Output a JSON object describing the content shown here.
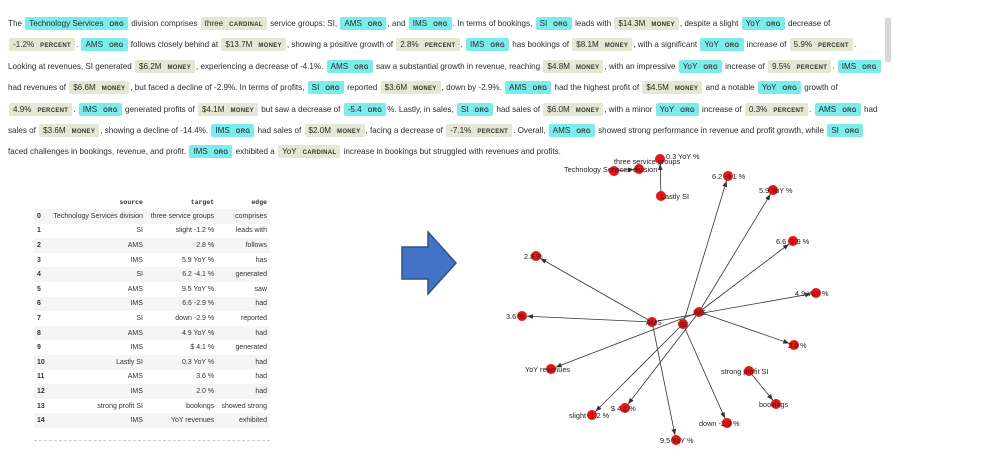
{
  "ner": {
    "segments": [
      {
        "t": "The "
      },
      {
        "t": "Technology Services",
        "l": "ORG"
      },
      {
        "t": " division comprises "
      },
      {
        "t": "three",
        "l": "CARDINAL"
      },
      {
        "t": " service groups: SI, "
      },
      {
        "t": "AMS",
        "l": "ORG"
      },
      {
        "t": ", and "
      },
      {
        "t": "IMS",
        "l": "ORG"
      },
      {
        "t": ". In terms of bookings, "
      },
      {
        "t": "SI",
        "l": "ORG"
      },
      {
        "t": " leads with "
      },
      {
        "t": "$14.3M",
        "l": "MONEY"
      },
      {
        "t": ", despite a slight "
      },
      {
        "t": "YoY",
        "l": "ORG"
      },
      {
        "t": " decrease of "
      },
      {
        "t": "-1.2%",
        "l": "PERCENT"
      },
      {
        "t": ". "
      },
      {
        "t": "AMS",
        "l": "ORG"
      },
      {
        "t": " follows closely behind at "
      },
      {
        "t": "$13.7M",
        "l": "MONEY"
      },
      {
        "t": ", showing a positive growth of "
      },
      {
        "t": "2.8%",
        "l": "PERCENT"
      },
      {
        "t": ". "
      },
      {
        "t": "IMS",
        "l": "ORG"
      },
      {
        "t": " has bookings of "
      },
      {
        "t": "$8.1M",
        "l": "MONEY"
      },
      {
        "t": ", with a significant "
      },
      {
        "t": "YoY",
        "l": "ORG"
      },
      {
        "t": " increase of "
      },
      {
        "t": "5.9%",
        "l": "PERCENT"
      },
      {
        "t": ". Looking at revenues, SI generated "
      },
      {
        "t": "$6.2M",
        "l": "MONEY"
      },
      {
        "t": ", experiencing a decrease of -4.1%. "
      },
      {
        "t": "AMS",
        "l": "ORG"
      },
      {
        "t": " saw a substantial growth in revenue, reaching "
      },
      {
        "t": "$4.8M",
        "l": "MONEY"
      },
      {
        "t": ", with an impressive "
      },
      {
        "t": "YoY",
        "l": "ORG"
      },
      {
        "t": " increase of "
      },
      {
        "t": "9.5%",
        "l": "PERCENT"
      },
      {
        "t": ". "
      },
      {
        "t": "IMS",
        "l": "ORG"
      },
      {
        "t": " had revenues of "
      },
      {
        "t": "$6.6M",
        "l": "MONEY"
      },
      {
        "t": ", but faced a decline of -2.9%. In terms of profits, "
      },
      {
        "t": "SI",
        "l": "ORG"
      },
      {
        "t": " reported "
      },
      {
        "t": "$3.6M",
        "l": "MONEY"
      },
      {
        "t": ", down by -2.9%. "
      },
      {
        "t": "AMS",
        "l": "ORG"
      },
      {
        "t": " had the highest profit of "
      },
      {
        "t": "$4.5M",
        "l": "MONEY"
      },
      {
        "t": " and a notable "
      },
      {
        "t": "YoY",
        "l": "ORG"
      },
      {
        "t": " growth of "
      },
      {
        "t": "4.9%",
        "l": "PERCENT"
      },
      {
        "t": ". "
      },
      {
        "t": "IMS",
        "l": "ORG"
      },
      {
        "t": " generated profits of "
      },
      {
        "t": "$4.1M",
        "l": "MONEY"
      },
      {
        "t": " but saw a decrease of "
      },
      {
        "t": "-5.4",
        "l": "ORG"
      },
      {
        "t": "%. Lastly, in sales, "
      },
      {
        "t": "SI",
        "l": "ORG"
      },
      {
        "t": " had sales of "
      },
      {
        "t": "$6.0M",
        "l": "MONEY"
      },
      {
        "t": ", with a minor "
      },
      {
        "t": "YoY",
        "l": "ORG"
      },
      {
        "t": " increase of "
      },
      {
        "t": "0.3%",
        "l": "PERCENT"
      },
      {
        "t": ". "
      },
      {
        "t": "AMS",
        "l": "ORG"
      },
      {
        "t": " had sales of "
      },
      {
        "t": "$3.6M",
        "l": "MONEY"
      },
      {
        "t": ", showing a decline of -14.4%. "
      },
      {
        "t": "IMS",
        "l": "ORG"
      },
      {
        "t": " had sales of "
      },
      {
        "t": "$2.0M",
        "l": "MONEY"
      },
      {
        "t": ", facing a decrease of "
      },
      {
        "t": "-7.1%",
        "l": "PERCENT"
      },
      {
        "t": ". Overall, "
      },
      {
        "t": "AMS",
        "l": "ORG"
      },
      {
        "t": " showed strong performance in revenue and profit growth, while "
      },
      {
        "t": "SI",
        "l": "ORG"
      },
      {
        "t": " faced challenges in bookings, revenue, and profit. "
      },
      {
        "t": "IMS",
        "l": "ORG"
      },
      {
        "t": " exhibited a "
      },
      {
        "t": "YoY",
        "l": "CARDINAL"
      },
      {
        "t": " increase in bookings but struggled with revenues and profits."
      }
    ]
  },
  "table": {
    "headers": [
      "source",
      "target",
      "edge"
    ],
    "rows": [
      [
        "0",
        "Technology Services division",
        "three service groups",
        "comprises"
      ],
      [
        "1",
        "SI",
        "slight -1.2 %",
        "leads with"
      ],
      [
        "2",
        "AMS",
        "2.8 %",
        "follows"
      ],
      [
        "3",
        "IMS",
        "5.9 YoY %",
        "has"
      ],
      [
        "4",
        "SI",
        "6.2 -4.1 %",
        "generated"
      ],
      [
        "5",
        "AMS",
        "9.5 YoY %",
        "saw"
      ],
      [
        "6",
        "IMS",
        "6.6 -2.9 %",
        "had"
      ],
      [
        "7",
        "SI",
        "down -2.9 %",
        "reported"
      ],
      [
        "8",
        "AMS",
        "4.9 YoY %",
        "had"
      ],
      [
        "9",
        "IMS",
        "$ 4.1 %",
        "generated"
      ],
      [
        "10",
        "Lastly SI",
        "0.3 YoY %",
        "had"
      ],
      [
        "11",
        "AMS",
        "3.6 %",
        "had"
      ],
      [
        "12",
        "IMS",
        "2.0 %",
        "had"
      ],
      [
        "13",
        "strong profit SI",
        "bookings",
        "showed strong"
      ],
      [
        "14",
        "IMS",
        "YoY revenues",
        "exhibited"
      ]
    ]
  },
  "graph": {
    "node_color": "#ee1111",
    "edge_color": "#333333",
    "nodes": [
      {
        "id": "SI",
        "label": "SI"
      },
      {
        "id": "AMS",
        "label": "AMS"
      },
      {
        "id": "IMS",
        "label": "IMS"
      },
      {
        "id": "tsd",
        "label": "Technology Services division"
      },
      {
        "id": "tsg",
        "label": "three service groups"
      },
      {
        "id": "lastly",
        "label": "Lastly SI"
      },
      {
        "id": "n03",
        "label": "0.3 YoY %"
      },
      {
        "id": "n62",
        "label": "6.2 -4.1 %"
      },
      {
        "id": "n59",
        "label": "5.9 YoY %"
      },
      {
        "id": "n66",
        "label": "6.6 -2.9 %"
      },
      {
        "id": "n49",
        "label": "4.9 YoY %"
      },
      {
        "id": "n20",
        "label": "2.0 %"
      },
      {
        "id": "n28",
        "label": "2.8 %"
      },
      {
        "id": "n36",
        "label": "3.6 %"
      },
      {
        "id": "yoyrev",
        "label": "YoY revenues"
      },
      {
        "id": "strong",
        "label": "strong profit SI"
      },
      {
        "id": "bookings",
        "label": "bookings"
      },
      {
        "id": "slight",
        "label": "slight -1.2 %"
      },
      {
        "id": "n41",
        "label": "$ 4.1 %"
      },
      {
        "id": "down",
        "label": "down -2.9 %"
      },
      {
        "id": "n95",
        "label": "9.5 YoY %"
      }
    ],
    "edges": [
      [
        "tsd",
        "tsg"
      ],
      [
        "SI",
        "slight"
      ],
      [
        "AMS",
        "n28"
      ],
      [
        "IMS",
        "n59"
      ],
      [
        "SI",
        "n62"
      ],
      [
        "AMS",
        "n95"
      ],
      [
        "IMS",
        "n66"
      ],
      [
        "SI",
        "down"
      ],
      [
        "AMS",
        "n49"
      ],
      [
        "IMS",
        "n41"
      ],
      [
        "lastly",
        "n03"
      ],
      [
        "AMS",
        "n36"
      ],
      [
        "IMS",
        "n20"
      ],
      [
        "strong",
        "bookings"
      ],
      [
        "IMS",
        "yoyrev"
      ]
    ]
  }
}
